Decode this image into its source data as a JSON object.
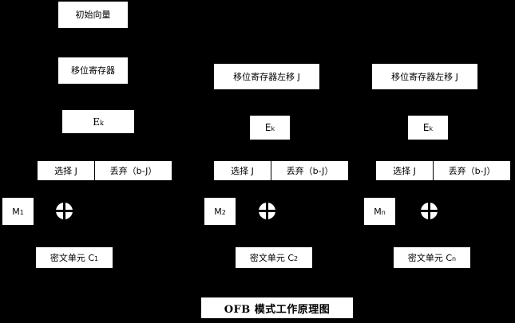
{
  "diagram": {
    "title": "OFB 模式工作原理图",
    "background_color": "#000000",
    "box_fill_color": "#ffffff",
    "text_color": "#000000",
    "columns": [
      {
        "id": "column-1",
        "initial_vector": "初始向量",
        "shift_register": "移位寄存器",
        "cipher_function": "E",
        "cipher_function_sub": "k",
        "select": "选择 J",
        "discard": "丢弃（b-J）",
        "plaintext": "M",
        "plaintext_sub": "1",
        "xor": "xor-operator",
        "ciphertext": "密文单元 C",
        "ciphertext_sub": "1"
      },
      {
        "id": "column-2",
        "shift_register": "移位寄存器左移 J",
        "cipher_function": "E",
        "cipher_function_sub": "k",
        "select": "选择 J",
        "discard": "丢弃（b-J）",
        "plaintext": "M",
        "plaintext_sub": "2",
        "xor": "xor-operator",
        "ciphertext": "密文单元 C",
        "ciphertext_sub": "2"
      },
      {
        "id": "column-3",
        "shift_register": "移位寄存器左移 J",
        "cipher_function": "E",
        "cipher_function_sub": "k",
        "select": "选择 J",
        "discard": "丢弃（b-J）",
        "plaintext": "M",
        "plaintext_sub": "n",
        "xor": "xor-operator",
        "ciphertext": "密文单元 C",
        "ciphertext_sub": "n"
      }
    ]
  }
}
